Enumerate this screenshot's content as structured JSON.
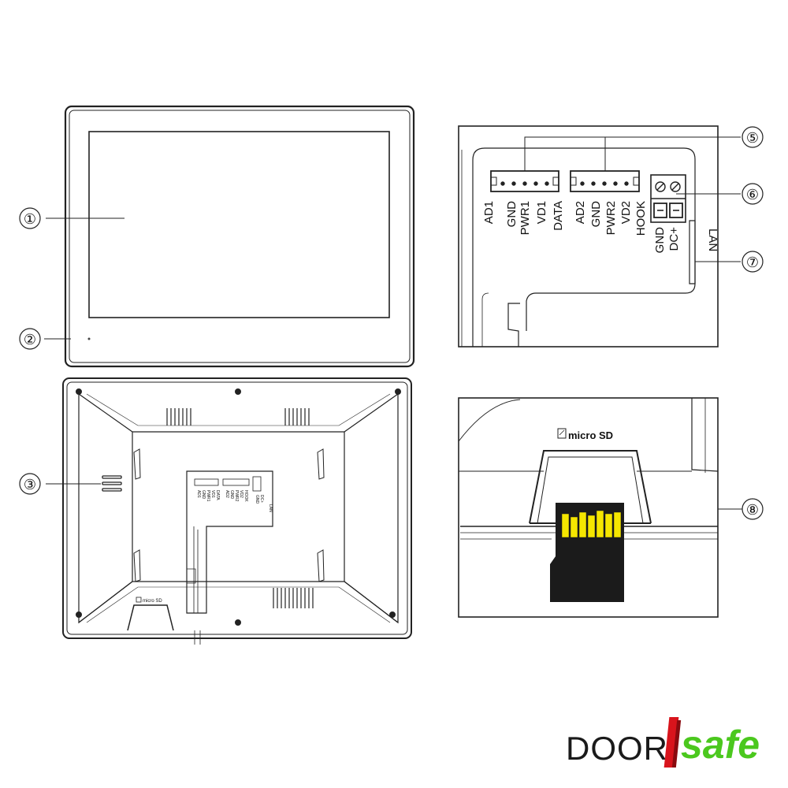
{
  "callouts": [
    "①",
    "②",
    "③",
    "⑤",
    "⑥",
    "⑦",
    "⑧"
  ],
  "connector_labels": {
    "group1": [
      "AD1",
      "GND",
      "PWR1",
      "VD1",
      "DATA"
    ],
    "group2": [
      "AD2",
      "GND",
      "PWR2",
      "VD2",
      "HOOK"
    ],
    "power": [
      "GND",
      "DC+"
    ],
    "lan": "LAN"
  },
  "sd_label": "micro SD",
  "brand": {
    "door": "DOOR",
    "safe": "safe",
    "colors": {
      "door": "#1a1a1a",
      "bar": "#d8141c",
      "safe": "#4bc81e"
    }
  },
  "colors": {
    "sd_contacts": "#f5e600",
    "sd_card": "#1b1b1b",
    "line": "#222222"
  }
}
